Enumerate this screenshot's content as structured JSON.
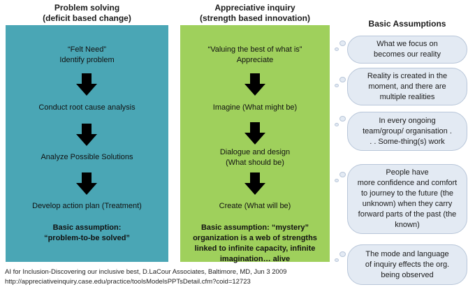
{
  "left_column": {
    "heading_line1": "Problem solving",
    "heading_line2": "(deficit based change)",
    "steps": [
      {
        "line1": "“Felt Need”",
        "line2": "Identify problem"
      },
      {
        "line1": "Conduct root cause analysis"
      },
      {
        "line1": "Analyze Possible Solutions"
      },
      {
        "line1": "Develop action plan (Treatment)"
      }
    ],
    "assumption_line1": "Basic assumption:",
    "assumption_line2": "“problem-to-be solved”",
    "panel_color": "#4aa6b5"
  },
  "middle_column": {
    "heading_line1": "Appreciative inquiry",
    "heading_line2": "(strength based innovation)",
    "steps": [
      {
        "line1": "“Valuing the best of what is”",
        "line2": "Appreciate"
      },
      {
        "line1": "Imagine (What might be)"
      },
      {
        "line1": "Dialogue and design",
        "line2": "(What should be)"
      },
      {
        "line1": "Create (What will be)"
      }
    ],
    "assumption_lines": [
      "Basic assumption: “mystery”",
      "organization is a web of strengths",
      "linked to infinite capacity, infinite",
      "imagination… alive"
    ],
    "panel_color": "#9fd05c"
  },
  "right_column": {
    "heading": "Basic Assumptions",
    "bubbles": [
      {
        "lines": [
          "What we focus on",
          "becomes our reality"
        ]
      },
      {
        "lines": [
          "Reality is created in the",
          "moment, and there are",
          "multiple realities"
        ]
      },
      {
        "lines": [
          "In every ongoing",
          "team/group/ organisation .",
          ". . Some-thing(s) work"
        ]
      },
      {
        "lines": [
          "People have",
          "more confidence and comfort",
          "to journey to the future (the",
          "unknown) when they carry",
          "forward parts of the past (the",
          "known)"
        ]
      },
      {
        "lines": [
          "The mode and language",
          "of inquiry effects the org.",
          "being observed"
        ]
      }
    ],
    "bubble_color": "#e3eaf3"
  },
  "footnote": {
    "line1": "AI for Inclusion-Discovering our inclusive best, D.LaCour Associates, Baltimore, MD, Jun 3 2009",
    "line2": "http://appreciativeinquiry.case.edu/practice/toolsModelsPPTsDetail.cfm?coid=12723"
  },
  "icons": {
    "arrow": "down-arrow-icon",
    "thought_dot": "thought-bubble-dot-icon"
  }
}
